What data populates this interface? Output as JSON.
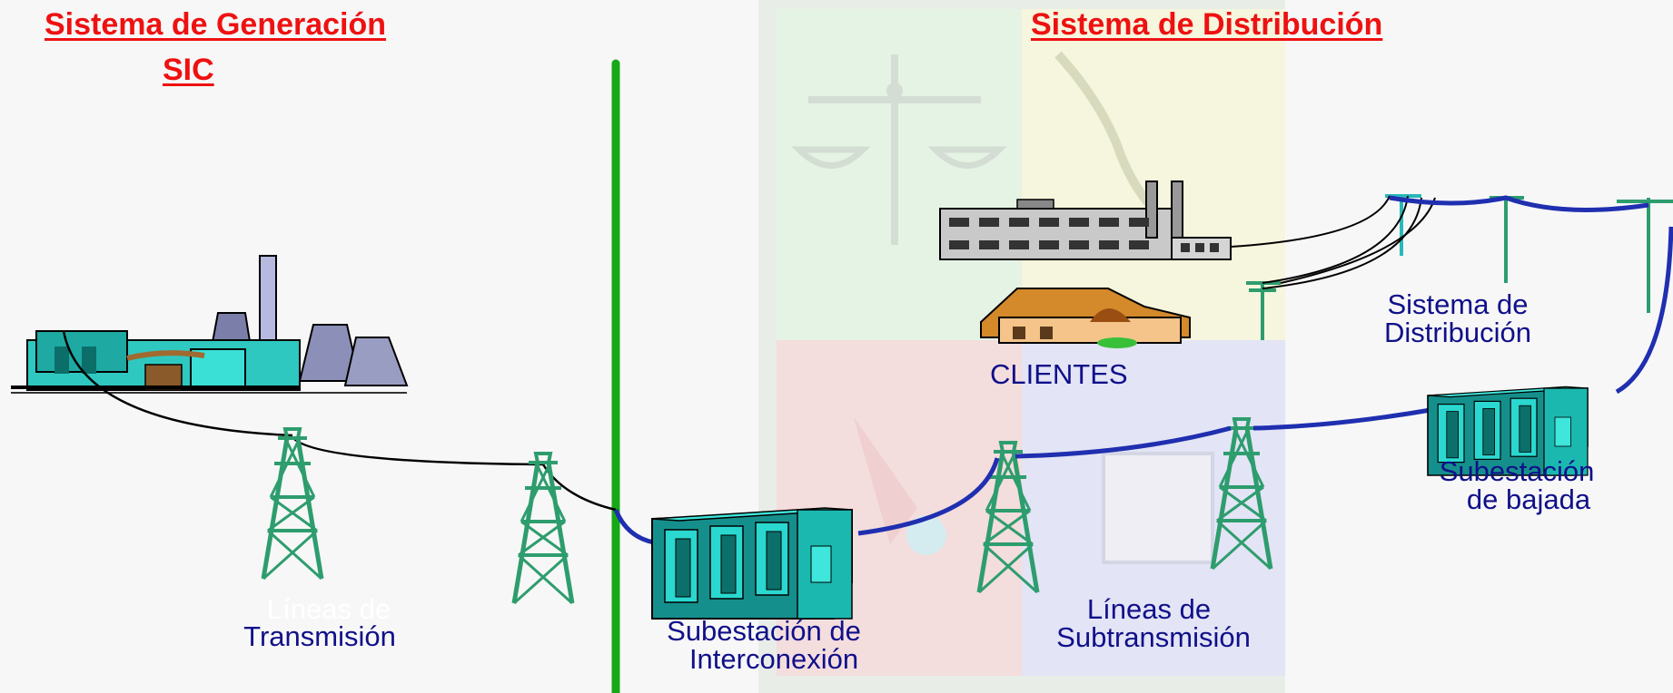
{
  "titles": {
    "generacion_line1": "Sistema de Generación",
    "generacion_line2": "SIC",
    "distribucion": "Sistema de Distribución"
  },
  "labels": {
    "clientes": "CLIENTES",
    "sistema_distribucion_line1": "Sistema de",
    "sistema_distribucion_line2": "Distribución",
    "subestacion_bajada_line1": "Subestación",
    "subestacion_bajada_line2": "de bajada",
    "lineas_transmision_line1": "Líneas de",
    "lineas_transmision_line2": "Transmisión",
    "subestacion_interconexion_line1": "Subestación de",
    "subestacion_interconexion_line2": "Interconexión",
    "lineas_subtransmision_line1": "Líneas de",
    "lineas_subtransmision_line2": "Subtransmisión"
  },
  "colors": {
    "title": "#ee1111",
    "label": "#10108a",
    "divider": "#16a816",
    "tower": "#2e9d6e",
    "line_blue": "#1f2fb0",
    "substation": "#1aa6a2"
  }
}
